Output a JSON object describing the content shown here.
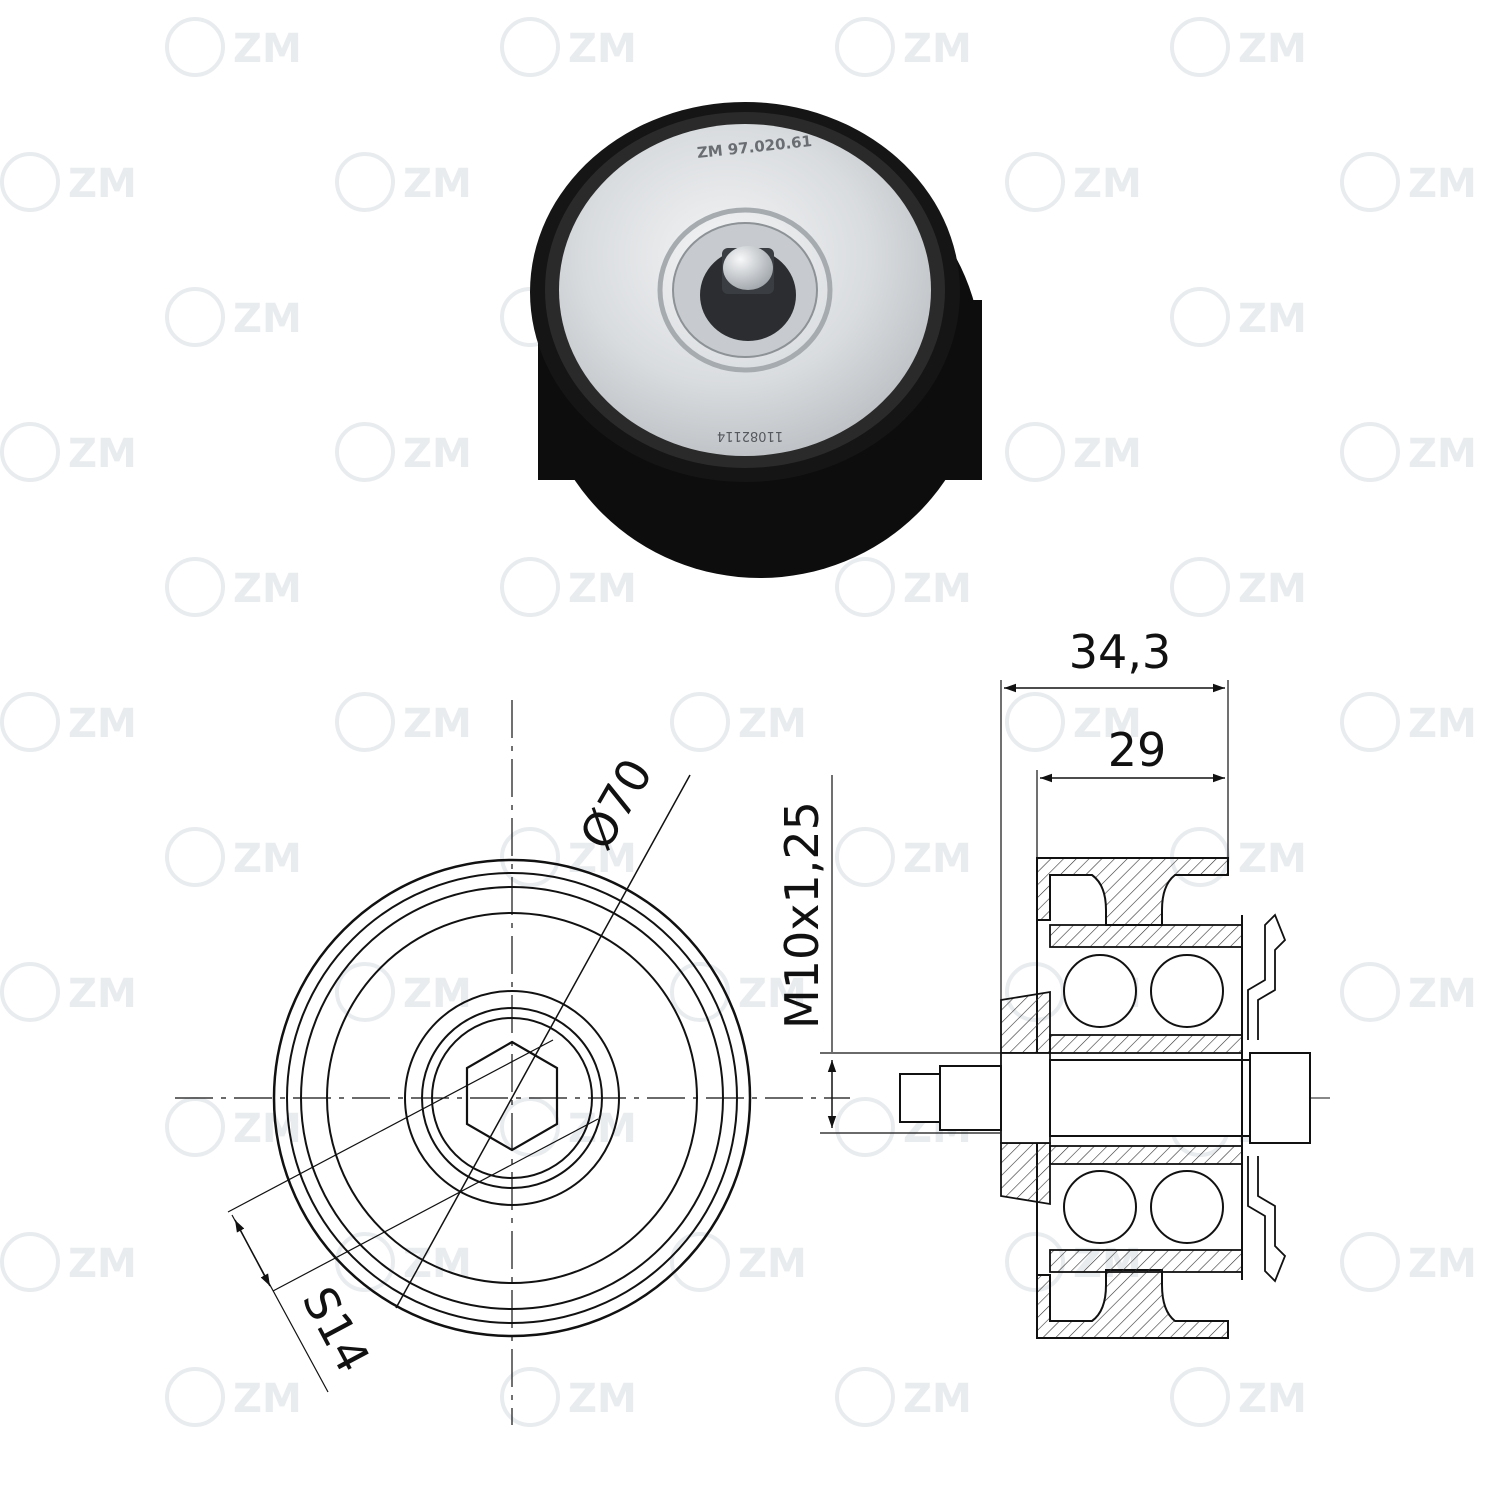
{
  "product": {
    "stamp_part_number": "ZM 97.020.61",
    "stamp_serial": "11082114"
  },
  "watermark": {
    "text": "ZM"
  },
  "drawing": {
    "front_view": {
      "diameter_label": "Ø70",
      "hex_label": "S14"
    },
    "side_view": {
      "overall_width_label": "34,3",
      "pulley_width_label": "29",
      "thread_label": "M10x1,25"
    }
  }
}
